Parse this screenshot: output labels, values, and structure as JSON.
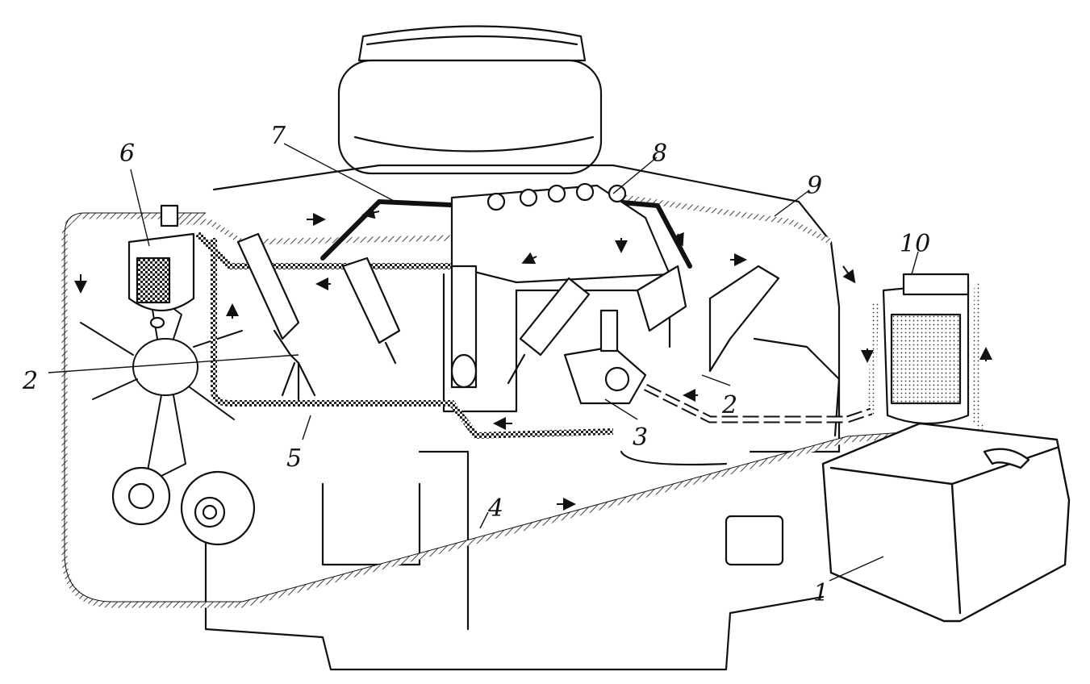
{
  "colors": {
    "ink": "#111111",
    "paper": "#ffffff",
    "fuel_line_hatch": "#444444"
  },
  "labels": [
    {
      "id": "label-1",
      "text": "1"
    },
    {
      "id": "label-2a",
      "text": "2"
    },
    {
      "id": "label-2b",
      "text": "2"
    },
    {
      "id": "label-3",
      "text": "3"
    },
    {
      "id": "label-4",
      "text": "4"
    },
    {
      "id": "label-5",
      "text": "5"
    },
    {
      "id": "label-6",
      "text": "6"
    },
    {
      "id": "label-7",
      "text": "7"
    },
    {
      "id": "label-8",
      "text": "8"
    },
    {
      "id": "label-9",
      "text": "9"
    },
    {
      "id": "label-10",
      "text": "10"
    }
  ]
}
